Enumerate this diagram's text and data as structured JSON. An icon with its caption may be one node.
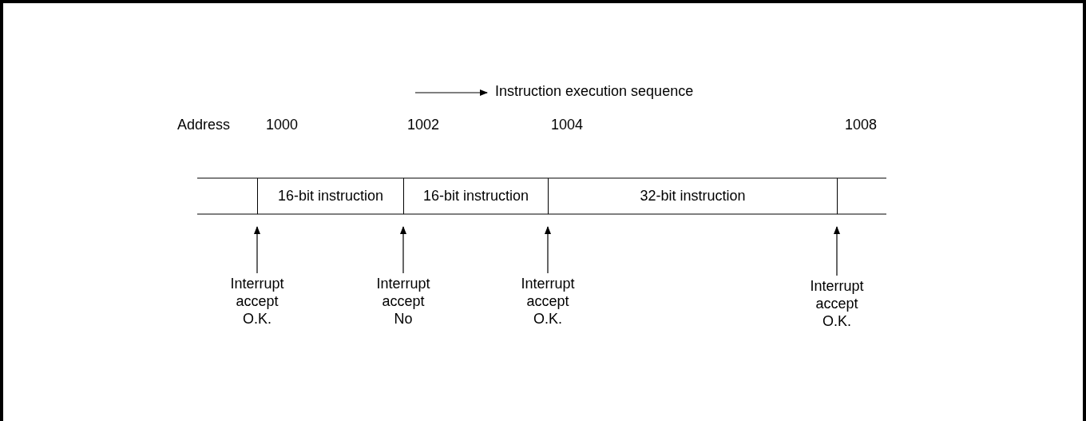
{
  "diagram": {
    "nodes": [
      {
        "text": [
          "16-bit instruction"
        ]
      },
      {
        "text": [
          "16-bit instruction"
        ]
      },
      {
        "text": [
          "32-bit instruction"
        ]
      },
      {
        "text": [
          "Interrupt accept O.K."
        ]
      },
      {
        "text": [
          "Interrupt accept No"
        ]
      },
      {
        "text": [
          "Interrupt accept O.K."
        ]
      },
      {
        "text": [
          "Interrupt accept O.K."
        ]
      }
    ],
    "edges": [
      {
        "from": 3,
        "to": 0,
        "arrow": "to"
      },
      {
        "from": 4,
        "to": 1,
        "arrow": "to"
      },
      {
        "from": 5,
        "to": 1,
        "arrow": "to"
      },
      {
        "from": 6,
        "to": 2,
        "arrow": "to"
      }
    ],
    "labels": [
      "Instruction execution sequence",
      "Address",
      "1000",
      "1002",
      "1004",
      "1008"
    ]
  }
}
